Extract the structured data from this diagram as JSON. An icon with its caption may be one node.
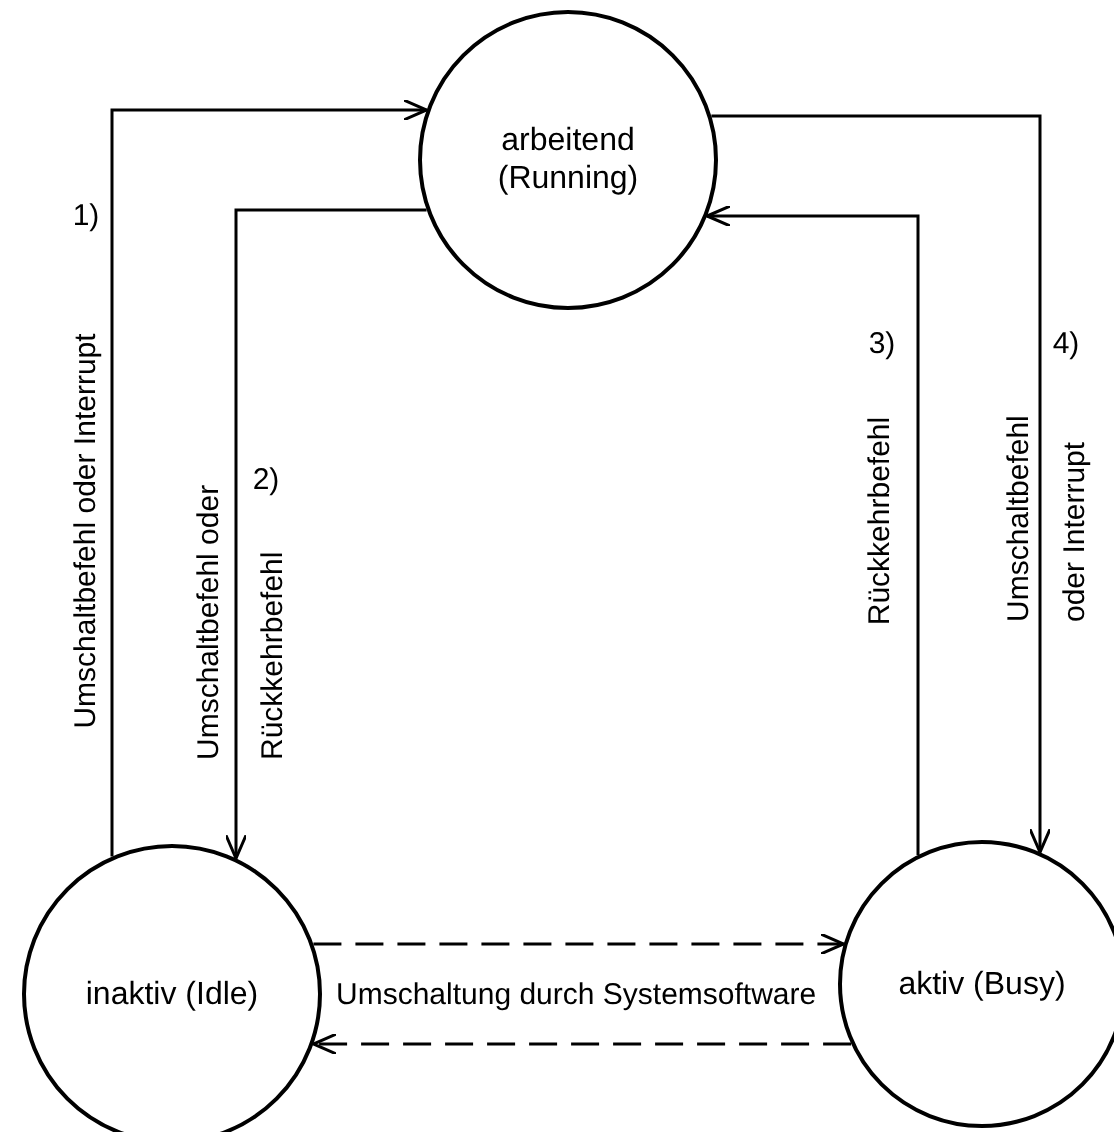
{
  "diagram": {
    "nodes": [
      {
        "text": [
          "arbeitend (Running)"
        ]
      },
      {
        "text": [
          "inaktiv (Idle)"
        ]
      },
      {
        "text": [
          "aktiv (Busy)"
        ]
      }
    ],
    "edges": [
      {
        "from": 1,
        "to": 0,
        "arrow": "to",
        "label": "Umschaltbefehl oder Interrupt"
      },
      {
        "from": 0,
        "to": 1,
        "arrow": "to",
        "label": "Umschaltbefehl oder Rückkehrbefehl"
      },
      {
        "from": 2,
        "to": 0,
        "arrow": "to",
        "label": "Rückkehrbefehl"
      },
      {
        "from": 0,
        "to": 2,
        "arrow": "to",
        "label": "Umschaltbefehl oder Interrupt"
      },
      {
        "from": 1,
        "to": 2,
        "arrow": "to",
        "style": "dashed",
        "label": "Umschaltung durch Systemsoftware"
      },
      {
        "from": 2,
        "to": 1,
        "arrow": "to",
        "style": "dashed"
      }
    ],
    "labels": [
      "1)",
      "2)",
      "3)",
      "4)"
    ]
  }
}
